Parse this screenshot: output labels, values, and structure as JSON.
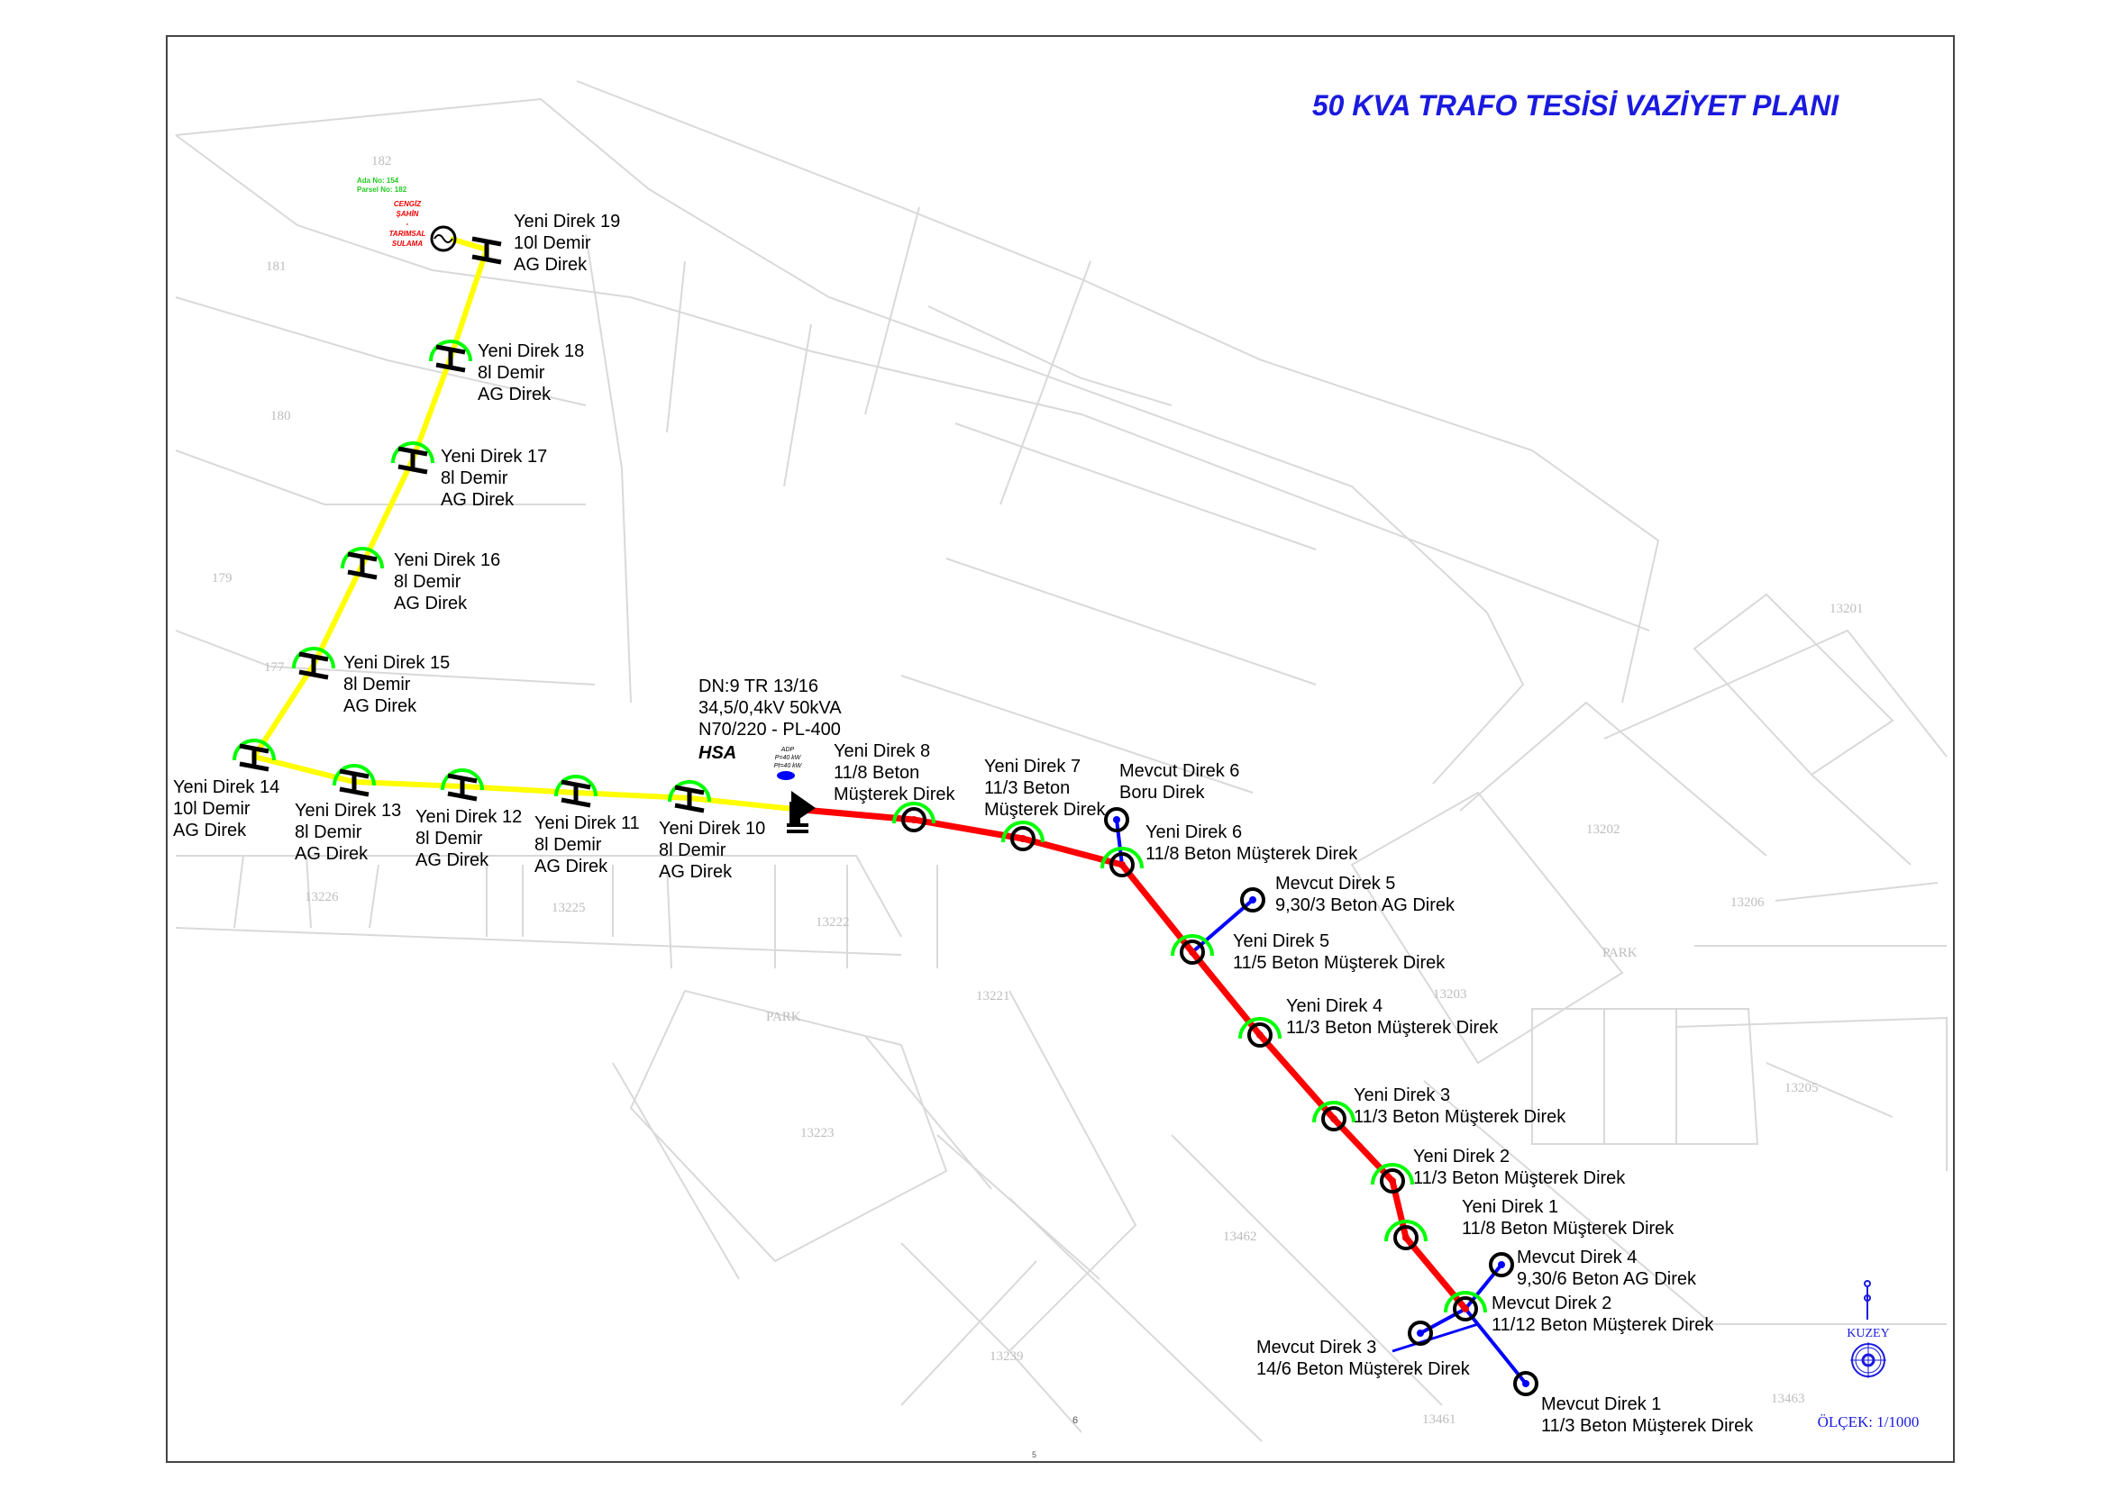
{
  "title": "50 KVA TRAFO TESİSİ VAZİYET PLANI",
  "colors": {
    "title": "#1a1adf",
    "lv_line": "#ffff00",
    "mv_line": "#ff0000",
    "existing_line": "#0000ff",
    "new_pole_arc": "#00ff00",
    "parcel_line": "#d6d6d6"
  },
  "owner": {
    "ada": "Ada No: 154",
    "parsel": "Parsel No: 182",
    "name1": "CENGİZ",
    "name2": "ŞAHİN",
    "dash": "-",
    "use1": "TARIMSAL",
    "use2": "SULAMA"
  },
  "transformer": {
    "line1": "DN:9 TR 13/16",
    "line2": "34,5/0,4kV 50kVA",
    "line3": "N70/220 - PL-400",
    "line4": "HSA",
    "adp1": "ADP",
    "adp2": "P=40 kW",
    "adp3": "Pt=40 kW"
  },
  "poles": [
    {
      "name": "Yeni Direk 19",
      "spec": "10l Demir",
      "type": "AG Direk"
    },
    {
      "name": "Yeni Direk 18",
      "spec": "8l Demir",
      "type": "AG Direk"
    },
    {
      "name": "Yeni Direk 17",
      "spec": "8l Demir",
      "type": "AG Direk"
    },
    {
      "name": "Yeni Direk 16",
      "spec": "8l Demir",
      "type": "AG Direk"
    },
    {
      "name": "Yeni Direk 15",
      "spec": "8l Demir",
      "type": "AG Direk"
    },
    {
      "name": "Yeni Direk 14",
      "spec": "10l Demir",
      "type": "AG Direk"
    },
    {
      "name": "Yeni Direk 13",
      "spec": "8l Demir",
      "type": "AG Direk"
    },
    {
      "name": "Yeni Direk 12",
      "spec": "8l Demir",
      "type": "AG Direk"
    },
    {
      "name": "Yeni Direk 11",
      "spec": "8l Demir",
      "type": "AG Direk"
    },
    {
      "name": "Yeni Direk 10",
      "spec": "8l Demir",
      "type": "AG Direk"
    },
    {
      "name": "Yeni Direk 8",
      "spec": "11/8 Beton",
      "type": "Müşterek Direk"
    },
    {
      "name": "Yeni Direk 7",
      "spec": "11/3 Beton",
      "type": "Müşterek Direk"
    },
    {
      "name": "Mevcut Direk 6",
      "spec": "Boru Direk",
      "type": ""
    },
    {
      "name": "Yeni Direk 6",
      "spec": "11/8 Beton Müşterek Direk",
      "type": ""
    },
    {
      "name": "Mevcut Direk 5",
      "spec": "9,30/3 Beton AG Direk",
      "type": ""
    },
    {
      "name": "Yeni Direk 5",
      "spec": "11/5 Beton Müşterek Direk",
      "type": ""
    },
    {
      "name": "Yeni Direk 4",
      "spec": "11/3 Beton Müşterek Direk",
      "type": ""
    },
    {
      "name": "Yeni Direk 3",
      "spec": "11/3 Beton Müşterek Direk",
      "type": ""
    },
    {
      "name": "Yeni Direk 2",
      "spec": "11/3 Beton Müşterek Direk",
      "type": ""
    },
    {
      "name": "Yeni Direk 1",
      "spec": "11/8 Beton Müşterek Direk",
      "type": ""
    },
    {
      "name": "Mevcut Direk 4",
      "spec": "9,30/6 Beton AG Direk",
      "type": ""
    },
    {
      "name": "Mevcut Direk 2",
      "spec": "11/12 Beton Müşterek Direk",
      "type": ""
    },
    {
      "name": "Mevcut Direk 3",
      "spec": "14/6 Beton Müşterek Direk",
      "type": ""
    },
    {
      "name": "Mevcut Direk 1",
      "spec": "11/3 Beton Müşterek Direk",
      "type": ""
    }
  ],
  "parcels": [
    "13201",
    "13202",
    "13206",
    "13203",
    "13205",
    "13221",
    "13222",
    "13225",
    "13226",
    "13223",
    "13462",
    "13239",
    "13461",
    "13463",
    "PARK",
    "PARK",
    "182",
    "181",
    "180",
    "179",
    "177"
  ],
  "compass": {
    "north": "KUZEY",
    "scale": "ÖLÇEK: 1/1000"
  },
  "page_numbers": [
    "6",
    "5"
  ]
}
